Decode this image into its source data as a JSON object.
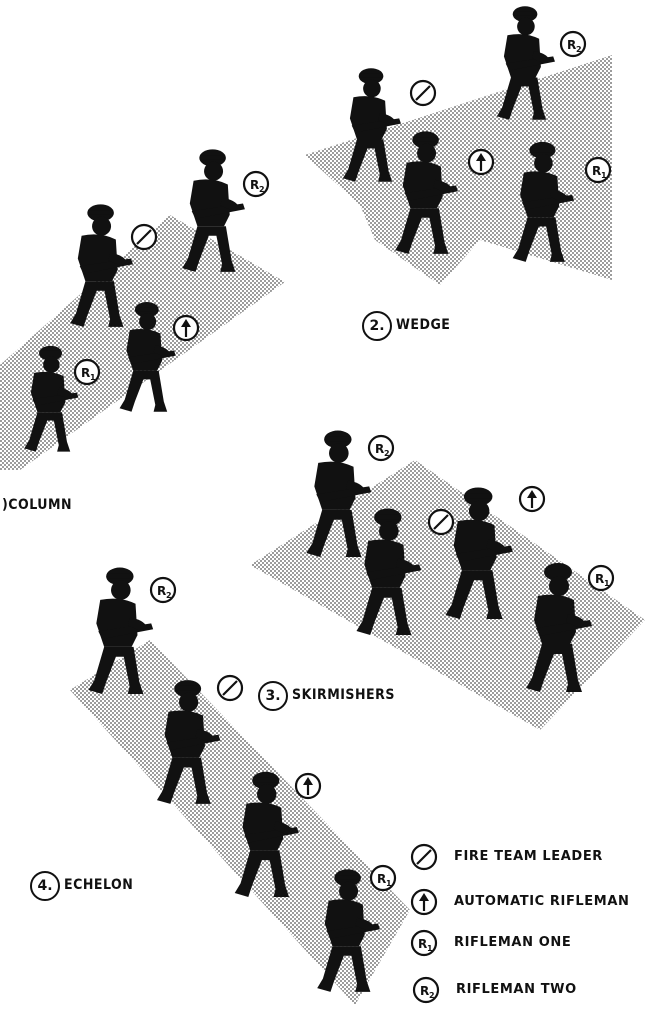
{
  "formations": [
    {
      "number": "",
      "title": ")COLUMN"
    },
    {
      "number": "2.",
      "title": "WEDGE"
    },
    {
      "number": "3.",
      "title": "SKIRMISHERS"
    },
    {
      "number": "4.",
      "title": "ECHELON"
    }
  ],
  "legend": [
    {
      "symbol": "fire-team-leader-symbol",
      "label": "FIRE TEAM LEADER"
    },
    {
      "symbol": "automatic-rifleman-symbol",
      "label": "AUTOMATIC RIFLEMAN"
    },
    {
      "symbol": "rifleman-one-symbol",
      "label": "RIFLEMAN ONE",
      "code": "R",
      "sub": "1"
    },
    {
      "symbol": "rifleman-two-symbol",
      "label": "RIFLEMAN TWO",
      "code": "R",
      "sub": "2"
    }
  ],
  "colors": {
    "silhouette": "#111111",
    "shading": "#9a9a9a"
  }
}
